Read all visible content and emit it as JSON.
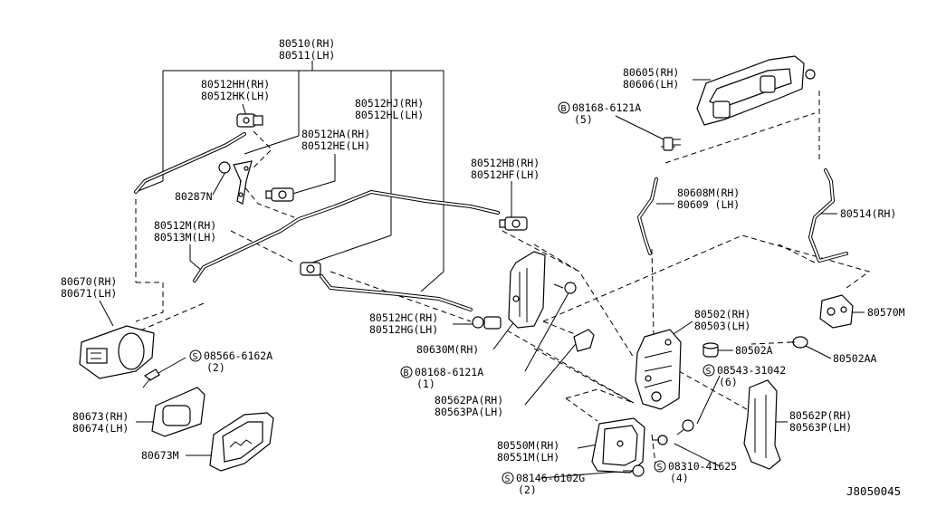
{
  "drawing_id": "J8050045",
  "labels": {
    "p80510": [
      "80510(RH)",
      "80511(LH)"
    ],
    "p80512hh": [
      "80512HH(RH)",
      "80512HK(LH)"
    ],
    "p80512hj": [
      "80512HJ(RH)",
      "80512HL(LH)"
    ],
    "p80512ha": [
      "80512HA(RH)",
      "80512HE(LH)"
    ],
    "p80287n": [
      "80287N"
    ],
    "p80512m": [
      "80512M(RH)",
      "80513M(LH)"
    ],
    "p80670": [
      "80670(RH)",
      "80671(LH)"
    ],
    "p08566": [
      "08566-6162A",
      "(2)"
    ],
    "p80673": [
      "80673(RH)",
      "80674(LH)"
    ],
    "p80673m": [
      "80673M"
    ],
    "p80512hb": [
      "80512HB(RH)",
      "80512HF(LH)"
    ],
    "p80512hc": [
      "80512HC(RH)",
      "80512HG(LH)"
    ],
    "p80630m": [
      "80630M(RH)"
    ],
    "p08168b": [
      "08168-6121A",
      "(1)"
    ],
    "p80562pa": [
      "80562PA(RH)",
      "80563PA(LH)"
    ],
    "p80550m": [
      "80550M(RH)",
      "80551M(LH)"
    ],
    "p08146": [
      "08146-6102G",
      "(2)"
    ],
    "p80605": [
      "80605(RH)",
      "80606(LH)"
    ],
    "p08168a": [
      "08168-6121A",
      "(5)"
    ],
    "p80608m": [
      "80608M(RH)",
      "80609 (LH)"
    ],
    "p80514": [
      "80514(RH)"
    ],
    "p80502": [
      "80502(RH)",
      "80503(LH)"
    ],
    "p80502a": [
      "80502A"
    ],
    "p80570m": [
      "80570M"
    ],
    "p80502aa": [
      "80502AA"
    ],
    "p08543": [
      "08543-31042",
      "(6)"
    ],
    "p80562p": [
      "80562P(RH)",
      "80563P(LH)"
    ],
    "p08310": [
      "08310-41625",
      "(4)"
    ]
  },
  "symbols": {
    "screw": "S",
    "bolt": "B"
  }
}
